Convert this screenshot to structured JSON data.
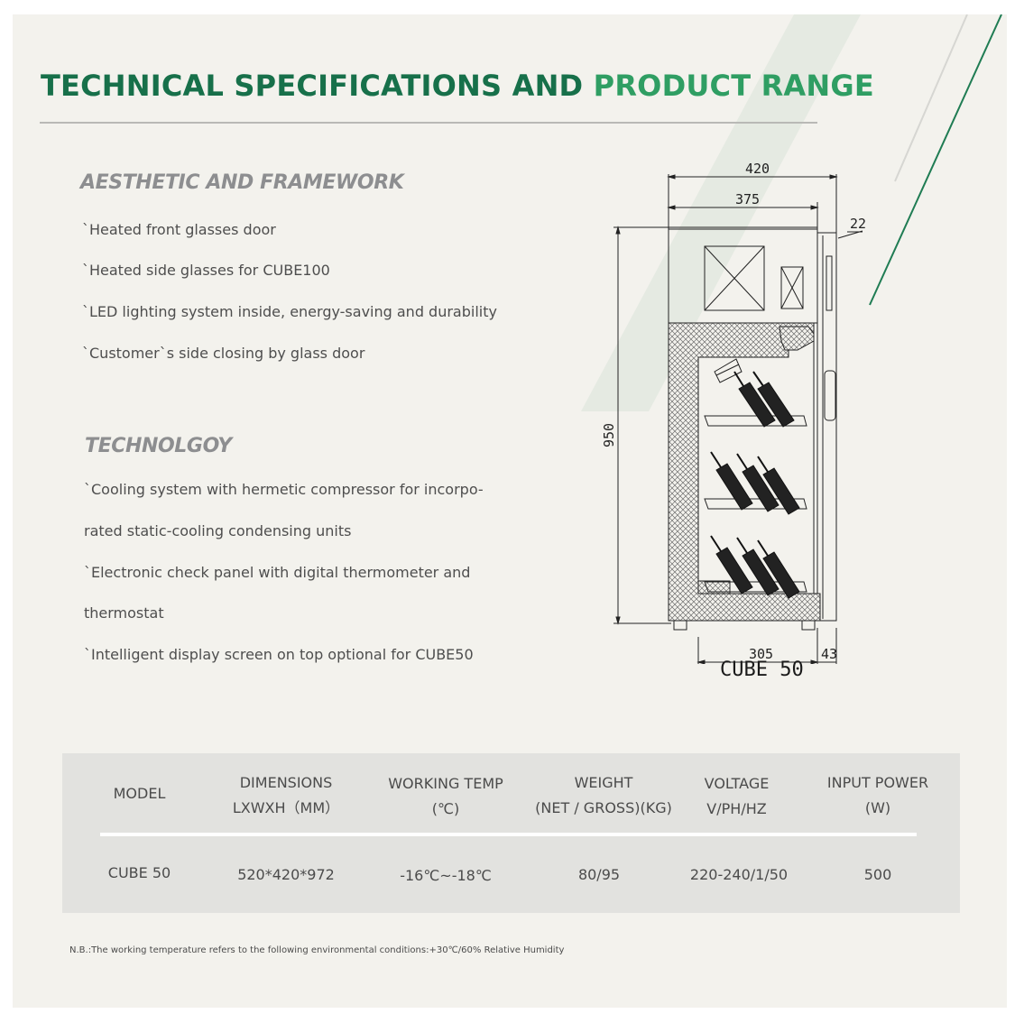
{
  "title": {
    "part1": "TECHNICAL SPECIFICATIONS AND",
    "part2": "PRODUCT RANGE"
  },
  "aesthetic": {
    "heading": "AESTHETIC AND FRAMEWORK",
    "items": [
      "`Heated front glasses door",
      "`Heated side glasses for CUBE100",
      "`LED lighting system inside, energy-saving and durability",
      "`Customer`s side closing by glass door"
    ]
  },
  "technology": {
    "heading": "TECHNOLGOY",
    "lines": [
      "`Cooling system with hermetic compressor for incorpo-",
      "rated static-cooling condensing units",
      "`Electronic check panel with digital thermometer and",
      "thermostat",
      "`Intelligent display screen on top optional for CUBE50"
    ]
  },
  "drawing": {
    "dims": {
      "outer_width": "420",
      "inner_width": "375",
      "top_offset": "22",
      "height": "950",
      "depth": "305",
      "foot": "43"
    },
    "model_label": "CUBE  50"
  },
  "table": {
    "headers": [
      [
        "MODEL"
      ],
      [
        "DIMENSIONS",
        "LXWXH（MM）"
      ],
      [
        "WORKING TEMP",
        "(℃)"
      ],
      [
        "WEIGHT",
        "(NET / GROSS)(KG)"
      ],
      [
        "VOLTAGE",
        "V/PH/HZ"
      ],
      [
        "INPUT POWER",
        "(W)"
      ]
    ],
    "rows": [
      [
        "CUBE 50",
        "520*420*972",
        "-16℃~-18℃",
        "80/95",
        "220-240/1/50",
        "500"
      ]
    ]
  },
  "note": "N.B.:The working temperature refers to the following environmental conditions:+30℃/60% Relative Humidity",
  "colors": {
    "title_dark_green": "#17704a",
    "title_light_green": "#2f9e63",
    "page_background": "#f3f2ed",
    "table_background": "#e2e2df",
    "heading_grey": "#8d8e90"
  }
}
